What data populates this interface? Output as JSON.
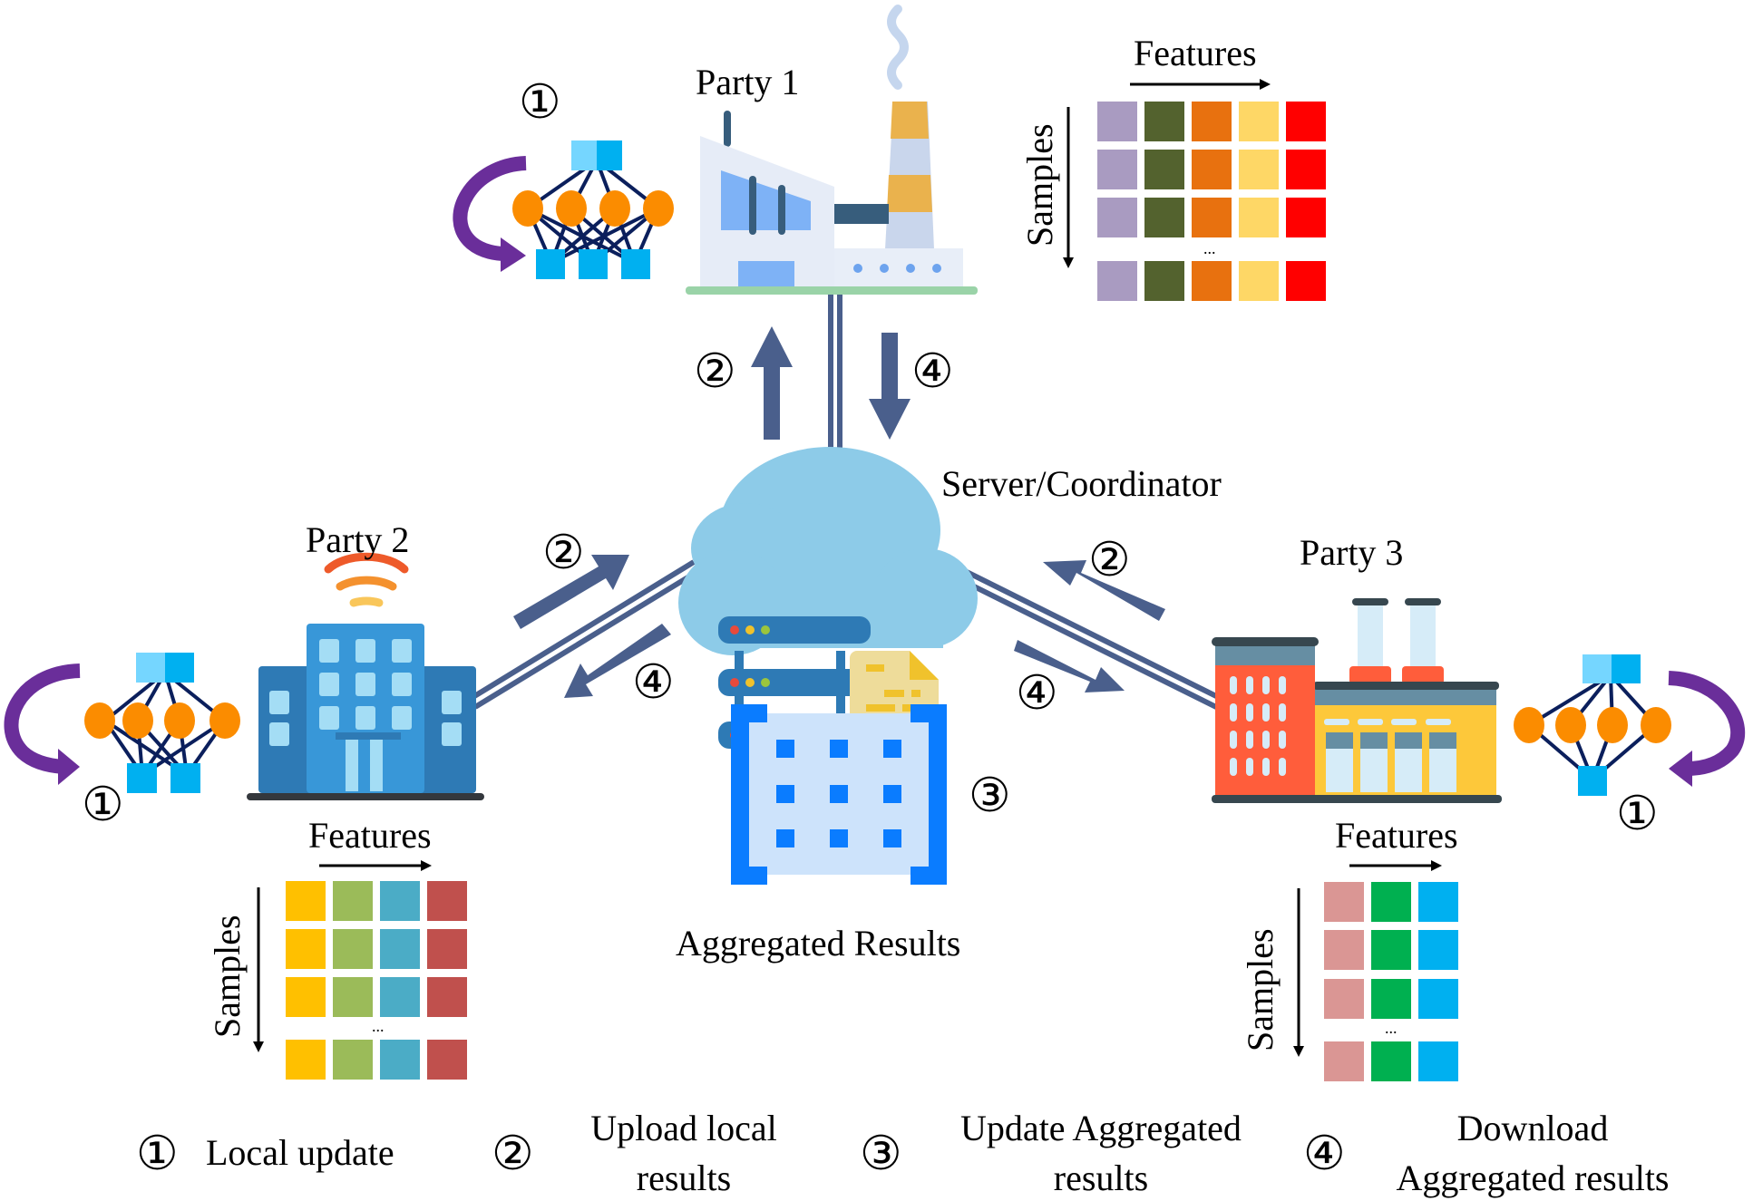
{
  "parties": [
    {
      "label": "Party 1",
      "step_marker": "①",
      "matrix": {
        "features_label": "Features",
        "samples_label": "Samples",
        "ellipsis": "...",
        "colors": [
          "#A99BC1",
          "#53622E",
          "#E8710F",
          "#FED766",
          "#FF0000"
        ]
      }
    },
    {
      "label": "Party 2",
      "step_marker": "①",
      "matrix": {
        "features_label": "Features",
        "samples_label": "Samples",
        "ellipsis": "...",
        "colors": [
          "#FFC000",
          "#9BBB59",
          "#4BACC6",
          "#C0504D"
        ]
      }
    },
    {
      "label": "Party 3",
      "step_marker": "①",
      "matrix": {
        "features_label": "Features",
        "samples_label": "Samples",
        "ellipsis": "...",
        "colors": [
          "#DA9694",
          "#00B050",
          "#00B0F0"
        ]
      }
    }
  ],
  "server": {
    "label": "Server/Coordinator"
  },
  "aggregated": {
    "label": "Aggregated Results",
    "step_marker": "③"
  },
  "flow_markers": {
    "upload": "②",
    "download": "④"
  },
  "legend": [
    {
      "marker": "①",
      "line1": "Local update",
      "line2": ""
    },
    {
      "marker": "②",
      "line1": "Upload local",
      "line2": "results"
    },
    {
      "marker": "③",
      "line1": "Update Aggregated",
      "line2": "results"
    },
    {
      "marker": "④",
      "line1": "Download",
      "line2": "Aggregated results"
    }
  ],
  "colors": {
    "arrow": "#4A5F8C",
    "link": "#4A5F8C",
    "nn_node": "#FB8C00",
    "nn_box": "#00B0F0",
    "loop_arrow": "#6A2E9A"
  }
}
